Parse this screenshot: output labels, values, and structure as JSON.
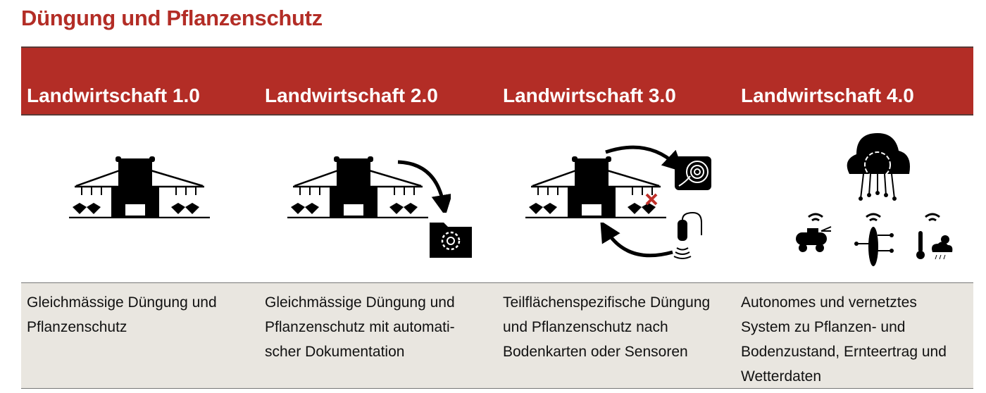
{
  "title": "Düngung und Pflanzenschutz",
  "columns": [
    {
      "heading": "Landwirtschaft 1.0",
      "description": "Gleichmässige Düngung und Pflanzenschutz",
      "icon": "sprayer-icon"
    },
    {
      "heading": "Landwirtschaft 2.0",
      "description": "Gleichmässige Düngung und Pflanzenschutz mit automati-scher Dokumentation",
      "icon": "sprayer-documentation-icon"
    },
    {
      "heading": "Landwirtschaft 3.0",
      "description": "Teilflächenspezifische Düngung und Pflanzenschutz nach Bodenkarten oder Sensoren",
      "icon": "sprayer-soil-map-sensor-icon"
    },
    {
      "heading": "Landwirtschaft 4.0",
      "description": "Autonomes und vernetztes System zu Pflanzen- und Bodenzustand, Ernteertrag und Wetterdaten",
      "icon": "cloud-network-icon"
    }
  ],
  "colors": {
    "accent": "#b32d26",
    "description_bg": "#e9e6e0"
  }
}
